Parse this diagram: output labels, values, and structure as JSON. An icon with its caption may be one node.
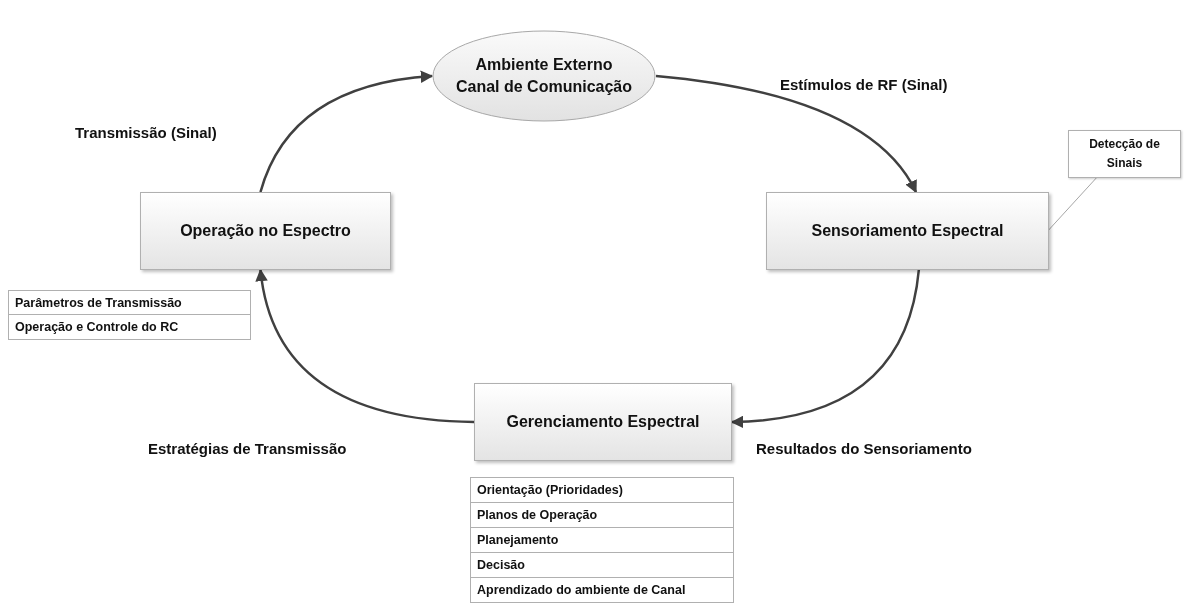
{
  "diagram": {
    "nodes": [
      {
        "text": [
          "Ambiente Externo Canal de Comunicação"
        ]
      },
      {
        "text": [
          "Sensoriamento Espectral"
        ]
      },
      {
        "text": [
          "Gerenciamento Espectral"
        ]
      },
      {
        "text": [
          "Operação no Espectro"
        ]
      },
      {
        "text": [
          "Detecção de Sinais"
        ]
      }
    ],
    "edges": [
      {
        "from": 3,
        "to": 0,
        "arrow": "to"
      },
      {
        "from": 0,
        "to": 1,
        "arrow": "to"
      },
      {
        "from": 1,
        "to": 2,
        "arrow": "to"
      },
      {
        "from": 2,
        "to": 3,
        "arrow": "to"
      },
      {
        "from": 4,
        "to": 1,
        "arrow": "none",
        "color": "#a6a6a6"
      }
    ],
    "labels": [
      "Estímulos de RF (Sinal)",
      "Transmissão (Sinal)",
      "Parâmetros de Transmissão",
      "Operação e Controle do RC",
      "Estratégias de Transmissão",
      "Resultados do Sensoriamento",
      "Orientação (Prioridades)",
      "Planos de Operação",
      "Planejamento",
      "Decisão",
      "Aprendizado do ambiente de Canal"
    ]
  }
}
